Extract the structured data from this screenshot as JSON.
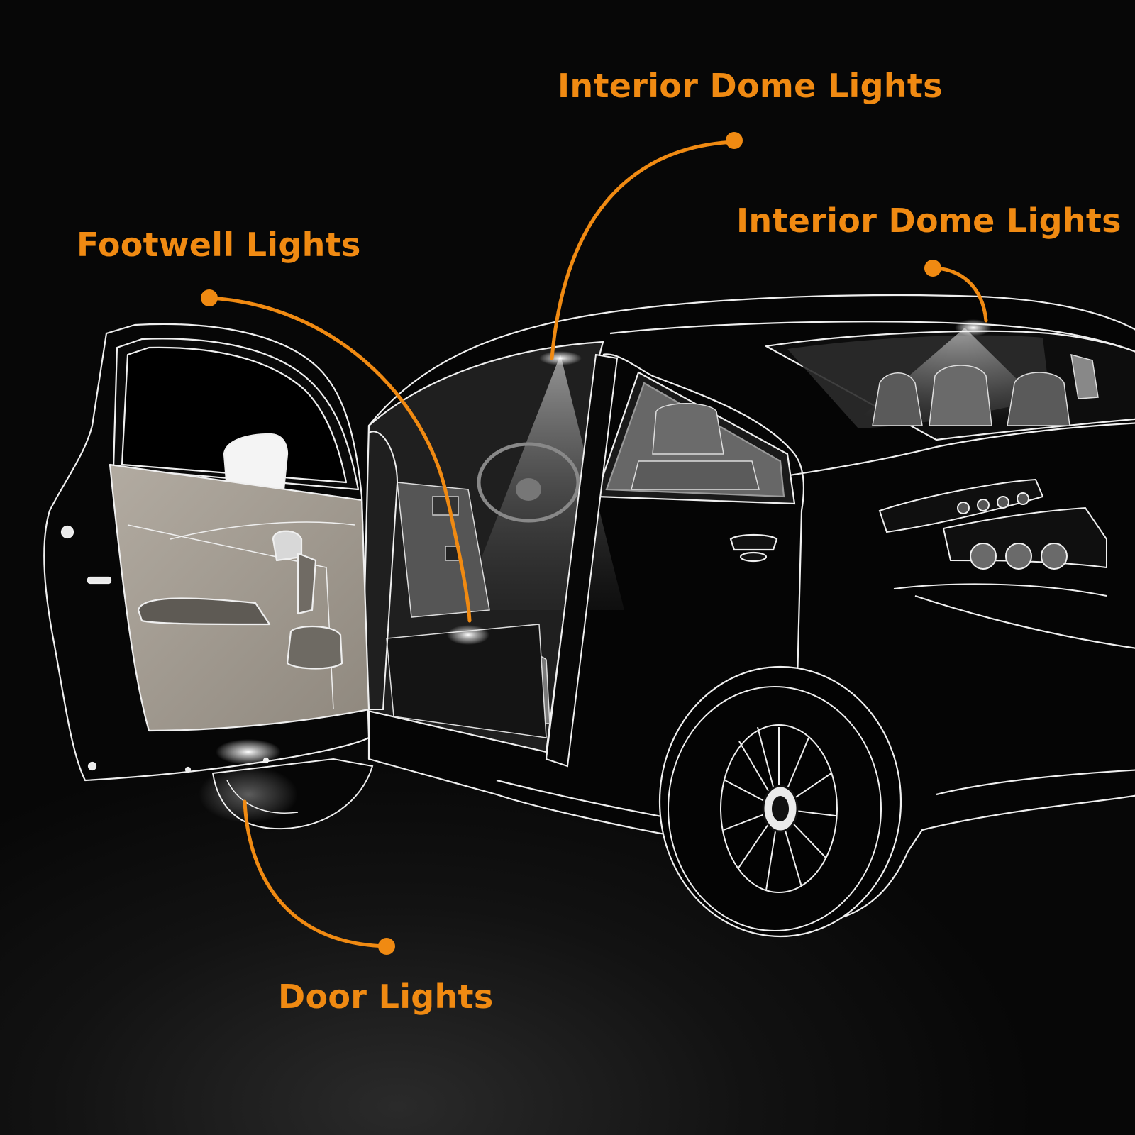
{
  "colors": {
    "accent": "#f08a12",
    "background": "#0b0b0b",
    "outline": "#f2f2f2",
    "door_panel": "#a69f95",
    "light_glow": "#ffffff"
  },
  "callouts": {
    "dome_top": {
      "label": "Interior Dome Lights"
    },
    "dome_right": {
      "label": "Interior Dome Lights"
    },
    "footwell": {
      "label": "Footwell Lights"
    },
    "door": {
      "label": "Door Lights"
    }
  }
}
